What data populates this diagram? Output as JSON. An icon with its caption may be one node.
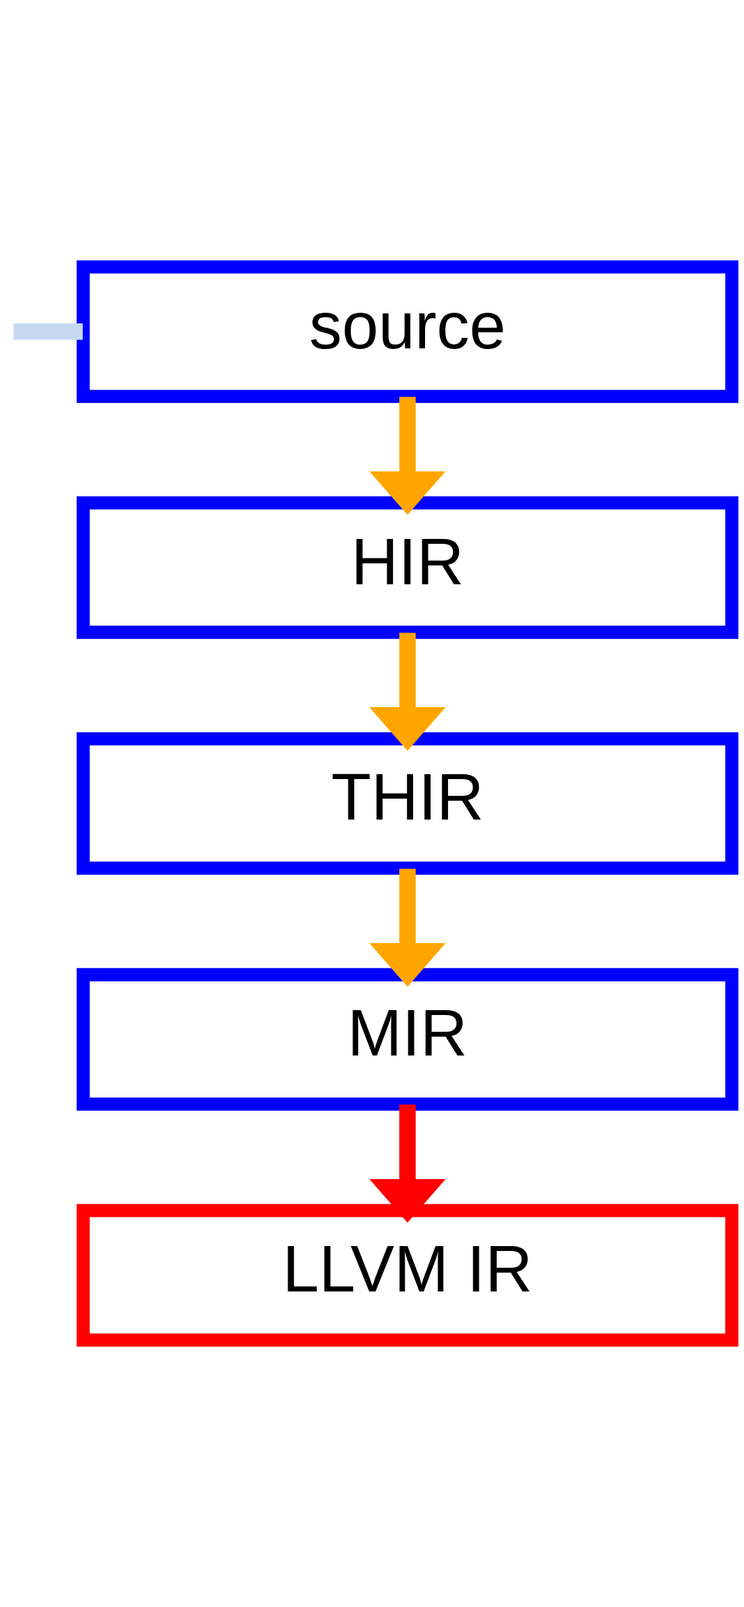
{
  "diagram": {
    "nodes": [
      {
        "text": [
          "source"
        ]
      },
      {
        "text": [
          "HIR"
        ]
      },
      {
        "text": [
          "THIR"
        ]
      },
      {
        "text": [
          "MIR"
        ]
      },
      {
        "text": [
          "LLVM IR"
        ]
      }
    ],
    "edges": [
      {
        "from": null,
        "to": 0,
        "arrow": "none",
        "color": "#c6d9f1"
      },
      {
        "from": 0,
        "to": 1,
        "arrow": "to"
      },
      {
        "from": 1,
        "to": 2,
        "arrow": "to"
      },
      {
        "from": 2,
        "to": 3,
        "arrow": "to"
      },
      {
        "from": 3,
        "to": 4,
        "arrow": "to",
        "color": "#ff0000"
      }
    ]
  }
}
